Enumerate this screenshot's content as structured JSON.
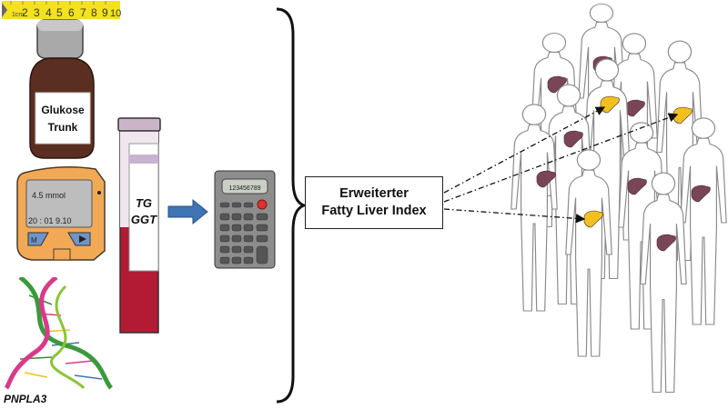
{
  "ruler": {
    "unit_label": "1cm",
    "numbers": [
      "2",
      "3",
      "4",
      "5",
      "6",
      "7",
      "8",
      "9",
      "10"
    ],
    "color": "#f3e21c"
  },
  "bottle": {
    "label_line1": "Glukose",
    "label_line2": "Trunk"
  },
  "glucometer": {
    "reading": "4.5 mmol",
    "datetime": "20 : 01  9.10",
    "button_left": "M"
  },
  "tube": {
    "label_line1": "TG",
    "label_line2": "GGT"
  },
  "calculator": {
    "display": "123456789"
  },
  "index_box": {
    "line1": "Erweiterter",
    "line2": "Fatty Liver Index"
  },
  "gene": {
    "label": "PNPLA3"
  },
  "colors": {
    "arrow_blue": "#3f74b5",
    "liver_healthy": "#7a4556",
    "liver_fatty": "#f2c01e",
    "figure_stroke": "#8a8a8a"
  }
}
